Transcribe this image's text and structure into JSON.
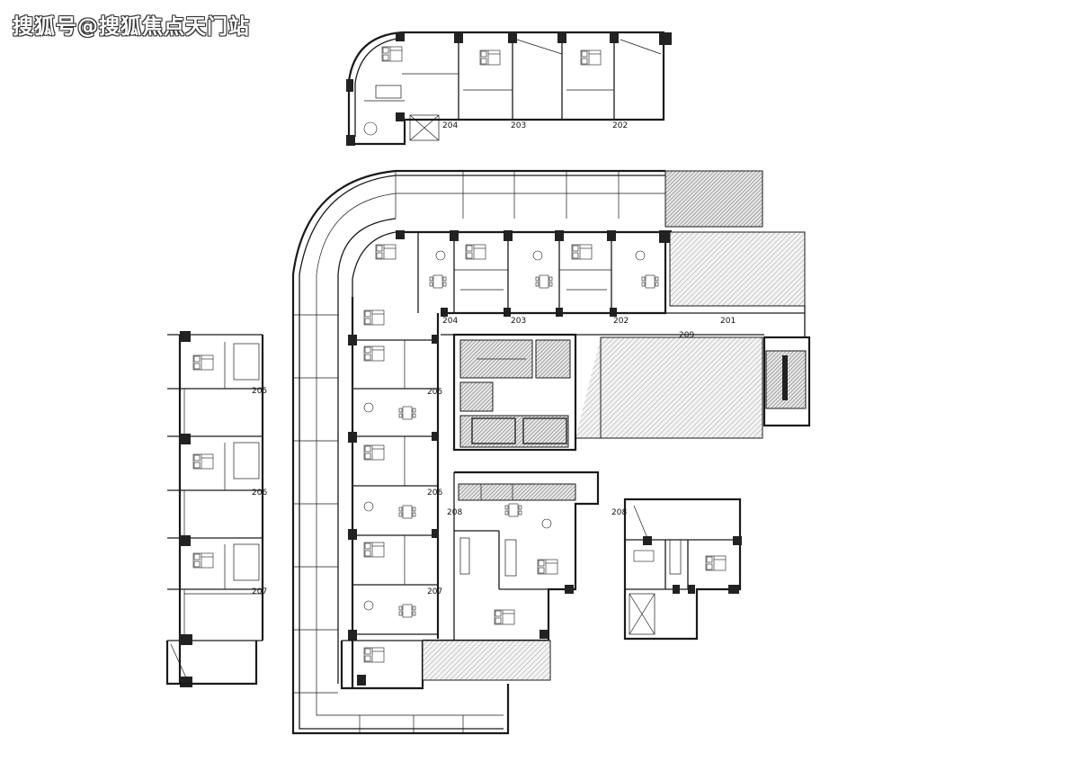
{
  "watermark": "搜狐号@搜狐焦点天门站",
  "room_numbers": {
    "top_inset": [
      "204",
      "203",
      "202"
    ],
    "main_north": [
      "204",
      "203",
      "202",
      "201"
    ],
    "corridor": "209",
    "west_side": [
      "205",
      "206",
      "207"
    ],
    "west_inset": [
      "205",
      "206",
      "207"
    ],
    "south": "208",
    "east_inset": "208"
  },
  "colors": {
    "line": "#1a1a1a",
    "background": "#ffffff",
    "hatch": "#555555"
  }
}
